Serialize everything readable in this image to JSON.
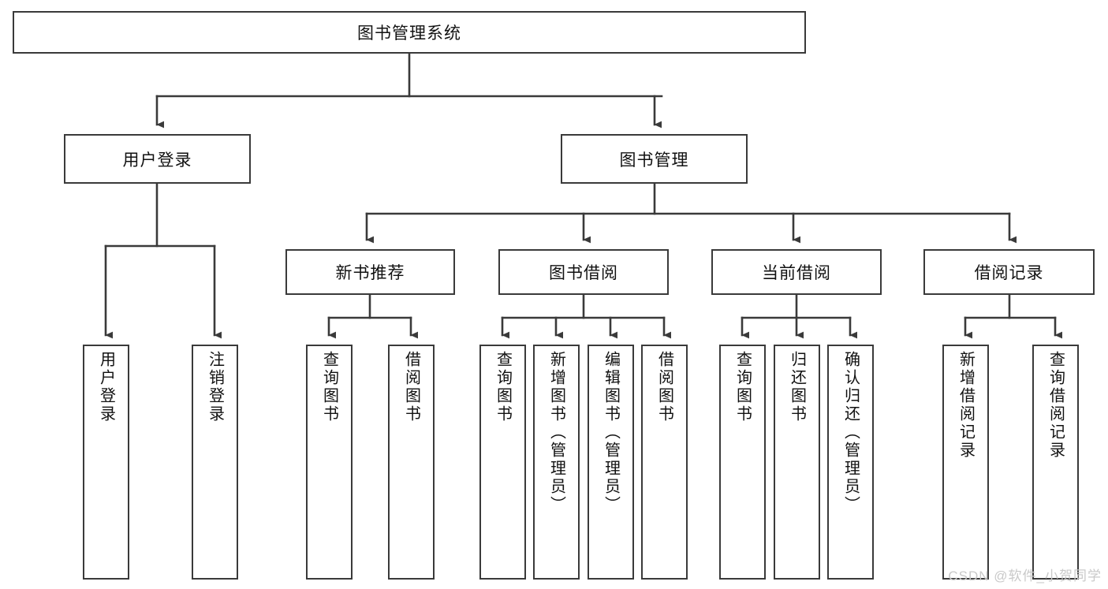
{
  "diagram": {
    "title": "图书管理系统",
    "type": "tree",
    "watermark": "CSDN @软件_小贺同学",
    "colors": {
      "background": "#ffffff",
      "box_border": "#3a3a3a",
      "box_fill": "#ffffff",
      "edge": "#3a3a3a",
      "text": "#111111",
      "watermark": "#c9c9c9"
    },
    "nodes": {
      "root": {
        "label": "图书管理系统"
      },
      "level2": [
        {
          "label": "用户登录"
        },
        {
          "label": "图书管理"
        }
      ],
      "level3": [
        {
          "label": "新书推荐"
        },
        {
          "label": "图书借阅"
        },
        {
          "label": "当前借阅"
        },
        {
          "label": "借阅记录"
        }
      ],
      "leaves_user_login": [
        {
          "label": "用户登录"
        },
        {
          "label": "注销登录"
        }
      ],
      "leaves_new_book": [
        {
          "label": "查询图书"
        },
        {
          "label": "借阅图书"
        }
      ],
      "leaves_borrow": [
        {
          "label": "查询图书"
        },
        {
          "label": "新增图书（管理员）"
        },
        {
          "label": "编辑图书（管理员）"
        },
        {
          "label": "借阅图书"
        }
      ],
      "leaves_current": [
        {
          "label": "查询图书"
        },
        {
          "label": "归还图书"
        },
        {
          "label": "确认归还（管理员）"
        }
      ],
      "leaves_record": [
        {
          "label": "新增借阅记录"
        },
        {
          "label": "查询借阅记录"
        }
      ]
    }
  }
}
